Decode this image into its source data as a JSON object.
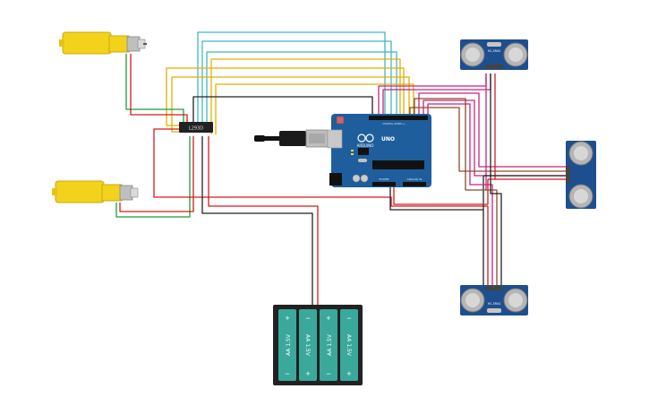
{
  "circuit": {
    "arduino": {
      "brand": "ARDUINO",
      "model": "UNO",
      "header_digital": "DIGITAL (PWM~)",
      "header_power": "POWER",
      "header_analog": "ANALOG IN"
    },
    "driver": {
      "label": "L293D"
    },
    "sensors": {
      "label": "HC-SR04"
    },
    "battery": {
      "cell_label": "AA 1.5V",
      "plus": "+",
      "minus": "−"
    }
  },
  "colors": {
    "wire_red": "#d7191c",
    "wire_black": "#222222",
    "wire_green": "#1a9e3a",
    "wire_yellow": "#e0b100",
    "wire_cyan": "#3fb7c6",
    "wire_magenta": "#c4257e",
    "wire_brown": "#8b4a2a",
    "board": "#1f5e9c",
    "motor": "#f2d21b",
    "sensor_board": "#1d4f8f",
    "battery_cell": "#3aa89a"
  },
  "icons": [
    "dc-motor",
    "motor-driver-ic",
    "arduino-board",
    "usb-cable",
    "ultrasonic-sensor",
    "battery-pack"
  ]
}
